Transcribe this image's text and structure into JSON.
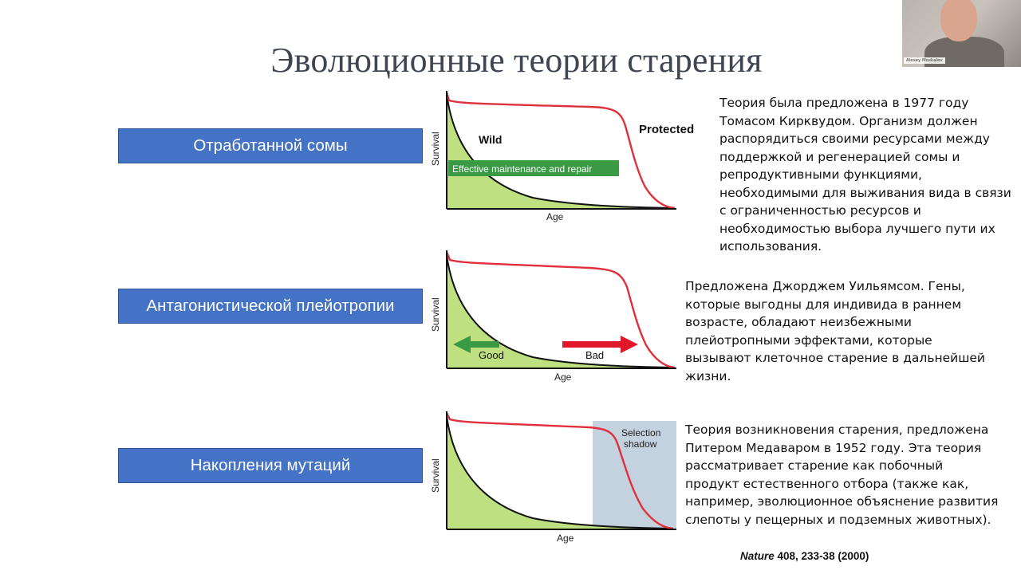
{
  "slide": {
    "title": "Эволюционные теории старения",
    "citation_journal": "Nature",
    "citation_rest": " 408, 233-38 (2000)"
  },
  "webcam": {
    "participant_name": "Alexey Moskalev"
  },
  "theories": [
    {
      "label": "Отработанной сомы",
      "description": "Теория была предложена в 1977 году Томасом Кирквудом. Организм должен распорядиться своими ресурсами между поддержкой и регенерацией сомы и репродуктивными функциями, необходимыми для выживания вида в связи с ограниченностью ресурсов и необходимостью выбора лучшего пути их использования."
    },
    {
      "label": "Антагонистической плейотропии",
      "description": "Предложена Джорджем Уильямсом. Гены, которые выгодны для индивида в раннем возрасте, обладают неизбежными плейотропными эффектами, которые вызывают клеточное старение в дальнейшей жизни."
    },
    {
      "label": "Накопления мутаций",
      "description": "Теория возникновения старения, предложена Питером Медаваром в 1952 году. Эта теория рассматривает старение как побочный продукт естественного отбора (также как, например, эволюционное объяснение развития слепоты у пещерных и подземных животных)."
    }
  ],
  "graphs": {
    "y_label": "Survival",
    "x_label": "Age",
    "wild_label": "Wild",
    "protected_label": "Protected",
    "maintenance_label": "Effective maintenance and repair",
    "good_label": "Good",
    "bad_label": "Bad",
    "selection_shadow_label_1": "Selection",
    "selection_shadow_label_2": "shadow",
    "colors": {
      "wild_fill": "#bfe081",
      "protected_line": "#e0303c",
      "maintenance_bar": "#3a9a44",
      "good_arrow": "#3a9a44",
      "bad_arrow": "#e0182a",
      "shadow": "#c4d1de"
    }
  }
}
